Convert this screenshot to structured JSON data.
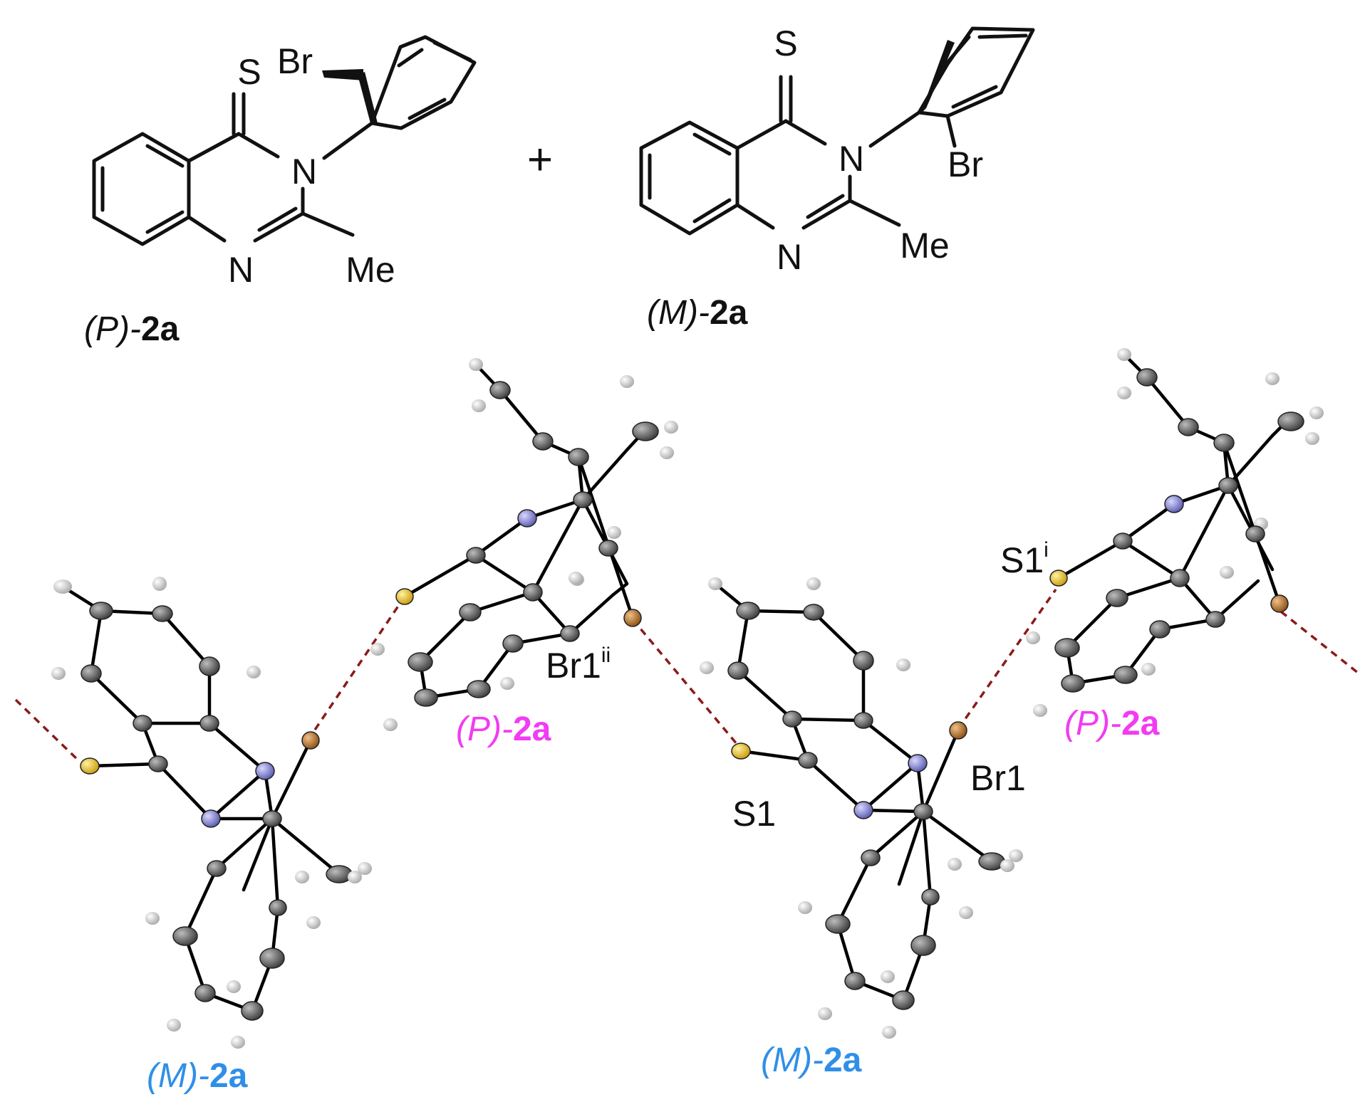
{
  "colors": {
    "M_label": "#2f8fe8",
    "P_label": "#f23bf2",
    "carbon": "#606060",
    "hydrogen": "#d8d8d8",
    "nitrogen": "#8c8ce0",
    "sulfur": "#f0c020",
    "bromine": "#c07a22",
    "hbond": "#8b1a1a"
  },
  "structures": {
    "P": {
      "atom_S": "S",
      "atom_N3": "N",
      "atom_N1": "N",
      "atom_Br": "Br",
      "substituent": "Me",
      "caption_prefix": "(P)-",
      "caption_compound": "2a"
    },
    "plus": "+",
    "M": {
      "atom_S": "S",
      "atom_N3": "N",
      "atom_N1": "N",
      "atom_Br": "Br",
      "substituent": "Me",
      "caption_prefix": "(M)-",
      "caption_compound": "2a"
    }
  },
  "crystal": {
    "labels": {
      "br1ii_main": "Br1",
      "br1ii_sup": "ii",
      "s1": "S1",
      "br1": "Br1",
      "s1i_main": "S1",
      "s1i_sup": "i"
    },
    "captions": [
      {
        "prefix": "(P)-",
        "compound": "2a",
        "color": "#f23bf2"
      },
      {
        "prefix": "(M)-",
        "compound": "2a",
        "color": "#2f8fe8"
      },
      {
        "prefix": "(M)-",
        "compound": "2a",
        "color": "#2f8fe8"
      },
      {
        "prefix": "(P)-",
        "compound": "2a",
        "color": "#f23bf2"
      }
    ]
  }
}
